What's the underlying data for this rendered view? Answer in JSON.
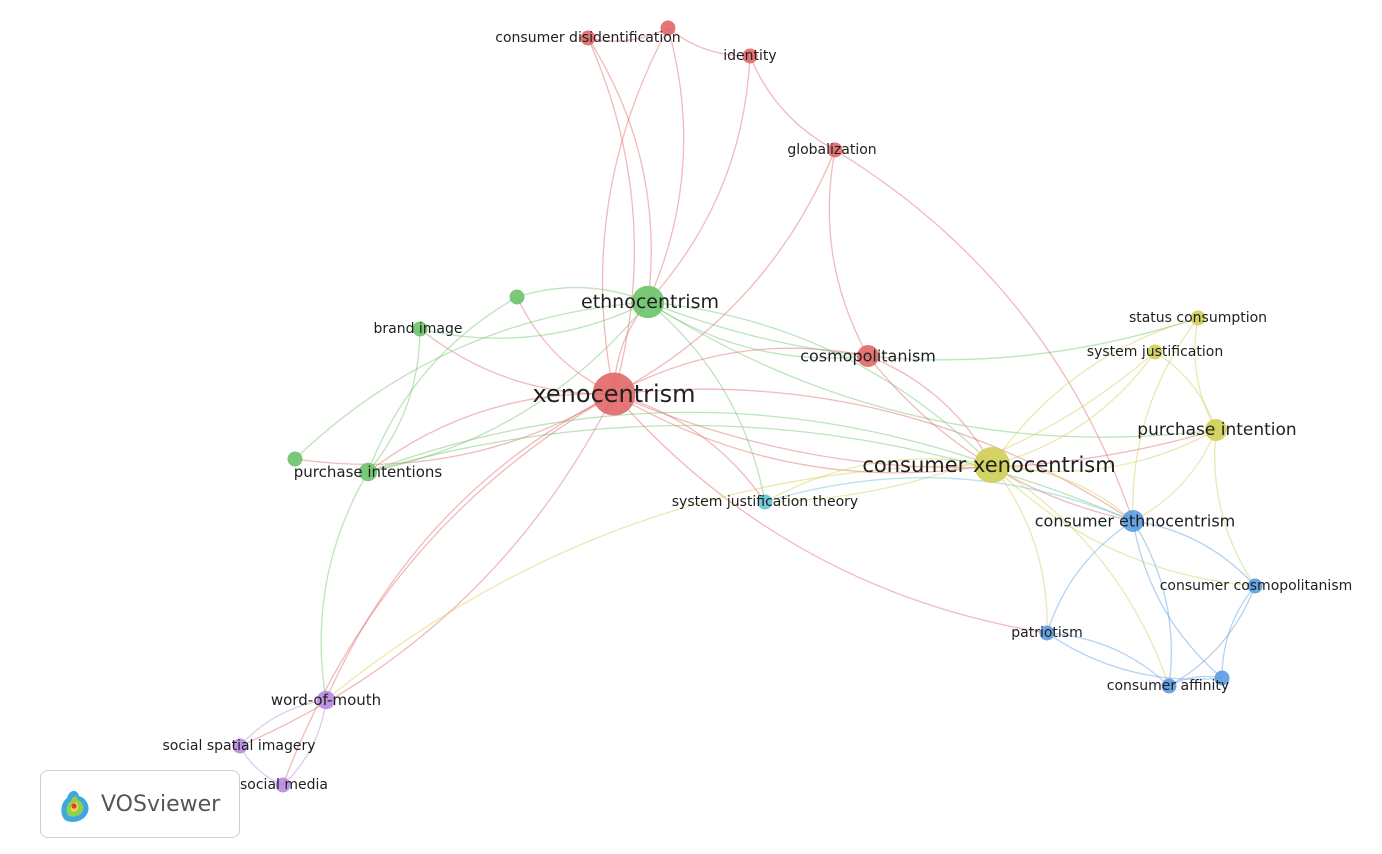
{
  "colors": {
    "red": "#e06767",
    "green": "#6cc36a",
    "yellow": "#cfcf55",
    "blue": "#5b9be0",
    "purple": "#b789e0",
    "cyan": "#63c4d8"
  },
  "branding": {
    "name": "VOSviewer",
    "logo_icon": "vosviewer-logo-icon"
  },
  "network": {
    "nodes": [
      {
        "id": "xenocentrism",
        "label": "xenocentrism",
        "cluster": "red",
        "weight": 10
      },
      {
        "id": "consumer_disidentification",
        "label": "consumer disidentification",
        "cluster": "red",
        "weight": 2
      },
      {
        "id": "identity",
        "label": "identity",
        "cluster": "red",
        "weight": 2
      },
      {
        "id": "globalization",
        "label": "globalization",
        "cluster": "red",
        "weight": 2
      },
      {
        "id": "cosmopolitanism",
        "label": "cosmopolitanism",
        "cluster": "red",
        "weight": 4
      },
      {
        "id": "red_unlabeled",
        "label": "",
        "cluster": "red",
        "weight": 2
      },
      {
        "id": "ethnocentrism",
        "label": "ethnocentrism",
        "cluster": "green",
        "weight": 7
      },
      {
        "id": "brand_image",
        "label": "brand image",
        "cluster": "green",
        "weight": 2
      },
      {
        "id": "purchase_intentions",
        "label": "purchase intentions",
        "cluster": "green",
        "weight": 3
      },
      {
        "id": "green_unlabeled_1",
        "label": "",
        "cluster": "green",
        "weight": 2
      },
      {
        "id": "green_unlabeled_2",
        "label": "",
        "cluster": "green",
        "weight": 2
      },
      {
        "id": "consumer_xenocentrism",
        "label": "consumer xenocentrism",
        "cluster": "yellow",
        "weight": 8
      },
      {
        "id": "purchase_intention",
        "label": "purchase intention",
        "cluster": "yellow",
        "weight": 4
      },
      {
        "id": "status_consumption",
        "label": "status consumption",
        "cluster": "yellow",
        "weight": 2
      },
      {
        "id": "system_justification",
        "label": "system justification",
        "cluster": "yellow",
        "weight": 2
      },
      {
        "id": "consumer_ethnocentrism",
        "label": "consumer ethnocentrism",
        "cluster": "blue",
        "weight": 4
      },
      {
        "id": "consumer_cosmopolitanism",
        "label": "consumer cosmopolitanism",
        "cluster": "blue",
        "weight": 2
      },
      {
        "id": "patriotism",
        "label": "patriotism",
        "cluster": "blue",
        "weight": 2
      },
      {
        "id": "consumer_affinity",
        "label": "consumer affinity",
        "cluster": "blue",
        "weight": 2
      },
      {
        "id": "blue_unlabeled",
        "label": "",
        "cluster": "blue",
        "weight": 2
      },
      {
        "id": "system_justification_theory",
        "label": "system justification theory",
        "cluster": "cyan",
        "weight": 2
      },
      {
        "id": "word_of_mouth",
        "label": "word-of-mouth",
        "cluster": "purple",
        "weight": 3
      },
      {
        "id": "social_spatial_imagery",
        "label": "social spatial imagery",
        "cluster": "purple",
        "weight": 2
      },
      {
        "id": "social_media",
        "label": "social media",
        "cluster": "purple",
        "weight": 2
      }
    ],
    "links": [
      [
        "xenocentrism",
        "ethnocentrism"
      ],
      [
        "xenocentrism",
        "consumer_disidentification"
      ],
      [
        "xenocentrism",
        "red_unlabeled"
      ],
      [
        "xenocentrism",
        "globalization"
      ],
      [
        "xenocentrism",
        "cosmopolitanism"
      ],
      [
        "xenocentrism",
        "consumer_xenocentrism"
      ],
      [
        "xenocentrism",
        "brand_image"
      ],
      [
        "xenocentrism",
        "purchase_intentions"
      ],
      [
        "xenocentrism",
        "green_unlabeled_1"
      ],
      [
        "xenocentrism",
        "word_of_mouth"
      ],
      [
        "xenocentrism",
        "social_spatial_imagery"
      ],
      [
        "xenocentrism",
        "social_media"
      ],
      [
        "xenocentrism",
        "system_justification_theory"
      ],
      [
        "xenocentrism",
        "patriotism"
      ],
      [
        "xenocentrism",
        "consumer_ethnocentrism"
      ],
      [
        "xenocentrism",
        "purchase_intention"
      ],
      [
        "xenocentrism",
        "green_unlabeled_2"
      ],
      [
        "consumer_disidentification",
        "red_unlabeled"
      ],
      [
        "consumer_disidentification",
        "ethnocentrism"
      ],
      [
        "red_unlabeled",
        "identity"
      ],
      [
        "red_unlabeled",
        "ethnocentrism"
      ],
      [
        "identity",
        "globalization"
      ],
      [
        "identity",
        "ethnocentrism"
      ],
      [
        "globalization",
        "cosmopolitanism"
      ],
      [
        "globalization",
        "consumer_ethnocentrism"
      ],
      [
        "ethnocentrism",
        "cosmopolitanism"
      ],
      [
        "ethnocentrism",
        "brand_image"
      ],
      [
        "ethnocentrism",
        "green_unlabeled_1"
      ],
      [
        "ethnocentrism",
        "purchase_intentions"
      ],
      [
        "ethnocentrism",
        "green_unlabeled_2"
      ],
      [
        "ethnocentrism",
        "consumer_xenocentrism"
      ],
      [
        "ethnocentrism",
        "status_consumption"
      ],
      [
        "ethnocentrism",
        "system_justification_theory"
      ],
      [
        "ethnocentrism",
        "purchase_intention"
      ],
      [
        "cosmopolitanism",
        "consumer_xenocentrism"
      ],
      [
        "cosmopolitanism",
        "consumer_ethnocentrism"
      ],
      [
        "brand_image",
        "purchase_intentions"
      ],
      [
        "green_unlabeled_1",
        "purchase_intentions"
      ],
      [
        "purchase_intentions",
        "consumer_xenocentrism"
      ],
      [
        "purchase_intentions",
        "word_of_mouth"
      ],
      [
        "purchase_intentions",
        "consumer_ethnocentrism"
      ],
      [
        "consumer_xenocentrism",
        "purchase_intention"
      ],
      [
        "consumer_xenocentrism",
        "status_consumption"
      ],
      [
        "consumer_xenocentrism",
        "system_justification"
      ],
      [
        "consumer_xenocentrism",
        "consumer_ethnocentrism"
      ],
      [
        "consumer_xenocentrism",
        "system_justification_theory"
      ],
      [
        "consumer_xenocentrism",
        "patriotism"
      ],
      [
        "consumer_xenocentrism",
        "consumer_cosmopolitanism"
      ],
      [
        "consumer_xenocentrism",
        "consumer_affinity"
      ],
      [
        "consumer_xenocentrism",
        "word_of_mouth"
      ],
      [
        "purchase_intention",
        "status_consumption"
      ],
      [
        "purchase_intention",
        "system_justification"
      ],
      [
        "purchase_intention",
        "consumer_ethnocentrism"
      ],
      [
        "purchase_intention",
        "consumer_cosmopolitanism"
      ],
      [
        "system_justification",
        "system_justification_theory"
      ],
      [
        "status_consumption",
        "consumer_ethnocentrism"
      ],
      [
        "consumer_ethnocentrism",
        "consumer_cosmopolitanism"
      ],
      [
        "consumer_ethnocentrism",
        "patriotism"
      ],
      [
        "consumer_ethnocentrism",
        "consumer_affinity"
      ],
      [
        "consumer_ethnocentrism",
        "blue_unlabeled"
      ],
      [
        "consumer_cosmopolitanism",
        "consumer_affinity"
      ],
      [
        "consumer_cosmopolitanism",
        "blue_unlabeled"
      ],
      [
        "patriotism",
        "consumer_affinity"
      ],
      [
        "patriotism",
        "blue_unlabeled"
      ],
      [
        "consumer_affinity",
        "blue_unlabeled"
      ],
      [
        "word_of_mouth",
        "social_spatial_imagery"
      ],
      [
        "word_of_mouth",
        "social_media"
      ],
      [
        "social_spatial_imagery",
        "social_media"
      ],
      [
        "system_justification_theory",
        "consumer_ethnocentrism"
      ]
    ]
  }
}
